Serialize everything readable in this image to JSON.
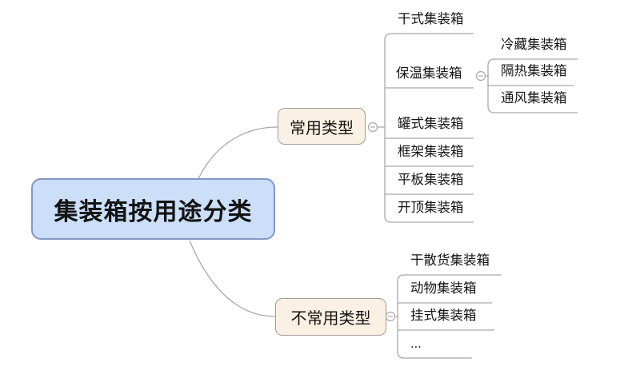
{
  "root": {
    "label": "集装箱按用途分类"
  },
  "branches": [
    {
      "label": "常用类型",
      "children": [
        {
          "label": "干式集装箱"
        },
        {
          "label": "保温集装箱",
          "children": [
            {
              "label": "冷藏集装箱"
            },
            {
              "label": "隔热集装箱"
            },
            {
              "label": "通风集装箱"
            }
          ]
        },
        {
          "label": "罐式集装箱"
        },
        {
          "label": "框架集装箱"
        },
        {
          "label": "平板集装箱"
        },
        {
          "label": "开顶集装箱"
        }
      ]
    },
    {
      "label": "不常用类型",
      "children": [
        {
          "label": "干散货集装箱"
        },
        {
          "label": "动物集装箱"
        },
        {
          "label": "挂式集装箱"
        },
        {
          "label": "..."
        }
      ]
    }
  ],
  "icons": {
    "collapse": "minus-circle"
  },
  "colors": {
    "root_fill": "#cbdff8",
    "root_border": "#8397c5",
    "branch_fill": "#faf1e4",
    "branch_border": "#9c9c9c",
    "connector_line": "#a9a9a9",
    "text": "#141414",
    "background": "#ffffff"
  }
}
